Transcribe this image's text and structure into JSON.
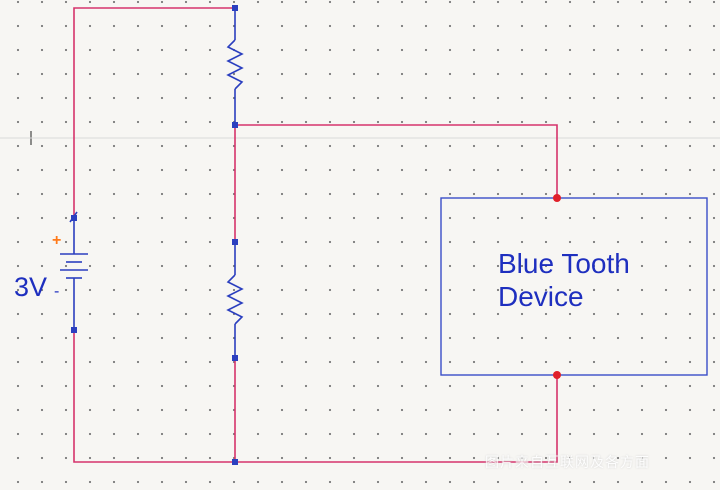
{
  "colors": {
    "wire": "#d6336c",
    "component": "#2b3fbf",
    "device_box": "#3a4ec8",
    "junction": "#e0202a",
    "plus": "#ff7a1a",
    "text": "#1e2fbf",
    "grid": "#7a7a7a",
    "background": "#f7f6f3"
  },
  "battery": {
    "voltage": "3V",
    "plus": "+",
    "minus": "-"
  },
  "device": {
    "label": "Blue Tooth Device"
  },
  "watermark": "图片来自互联网及各方面"
}
